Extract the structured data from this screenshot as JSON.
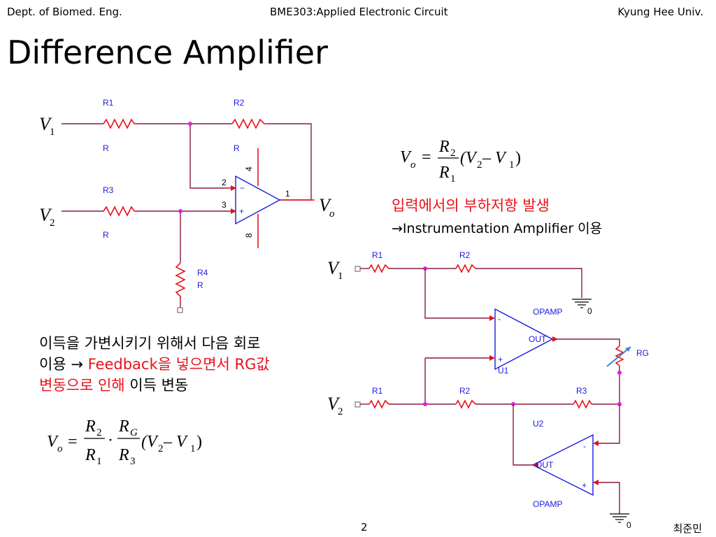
{
  "header": {
    "left": "Dept. of Biomed. Eng.",
    "center": "BME303:Applied Electronic Circuit",
    "right": "Kyung Hee Univ."
  },
  "title": "Difference Amplifier",
  "circuit1": {
    "r1": "R1",
    "r1_val": "R",
    "r2": "R2",
    "r2_val": "R",
    "r3": "R3",
    "r3_val": "R",
    "r4": "R4",
    "r4_val": "R",
    "pin2": "2",
    "pin3": "3",
    "pin1": "1",
    "pin4": "4",
    "pin8": "8",
    "v1": "V",
    "v1_sub": "1",
    "v2": "V",
    "v2_sub": "2",
    "vo": "V",
    "vo_sub": "o"
  },
  "equation1": {
    "lhs": "V",
    "lhs_sub": "o",
    "equals": "=",
    "num": "R",
    "num_sub": "2",
    "den": "R",
    "den_sub": "1",
    "paren_expr": "(V",
    "v2_sub": "2",
    "minus": " – V",
    "v1_sub": "1",
    "close": ")"
  },
  "notes": {
    "load_effect": "입력에서의 부하저항 발생",
    "instrumentation": "→Instrumentation Amplifier 이용"
  },
  "paragraph": {
    "line1": "이득을 가변시키기 위해서 다음 회로",
    "line2_plain": "이용 → ",
    "line2_red": "Feedback을 넣으면서 RG값",
    "line3_red": "변동으로 인해",
    "line3_plain": " 이득 변동"
  },
  "equation2": {
    "lhs": "V",
    "lhs_sub": "o",
    "equals": "=",
    "num1": "R",
    "num1_sub": "2",
    "den1": "R",
    "den1_sub": "1",
    "dot": "·",
    "num2": "R",
    "num2_sub": "G",
    "den2": "R",
    "den2_sub": "3",
    "paren_expr": "(V",
    "v2_sub": "2",
    "minus": " – V",
    "v1_sub": "1",
    "close": ")"
  },
  "circuit2": {
    "r1a": "R1",
    "r2a": "R2",
    "r1b": "R1",
    "r2b": "R2",
    "r3b": "R3",
    "rg": "RG",
    "opamp1": "OPAMP",
    "u1": "U1",
    "out1": "OUT",
    "opamp2": "OPAMP",
    "u2": "U2",
    "out2": "OUT",
    "gnd0a": "0",
    "gnd0b": "0",
    "minus": "-",
    "plus": "+",
    "v1": "V",
    "v1_sub": "1",
    "v2": "V",
    "v2_sub": "2"
  },
  "footer": {
    "page": "2",
    "author": "최준민"
  }
}
